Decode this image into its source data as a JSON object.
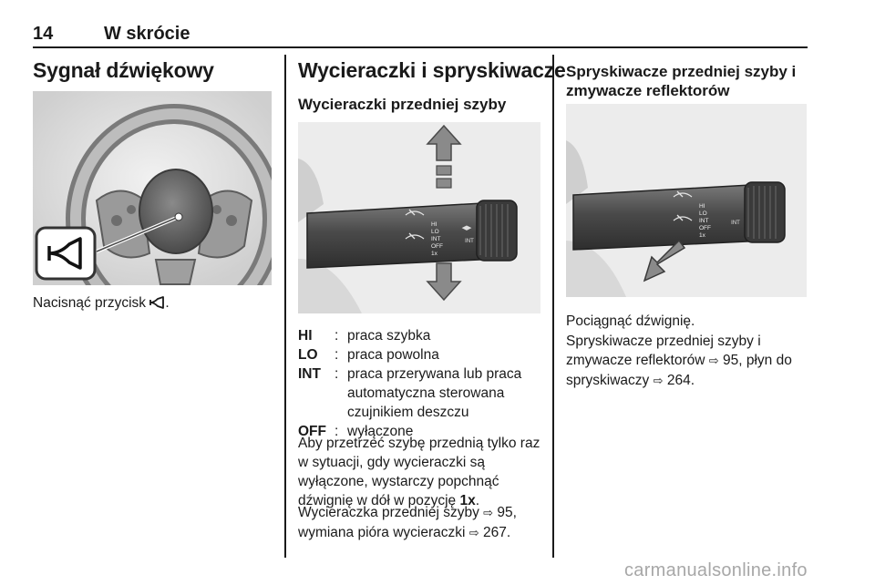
{
  "header": {
    "page_number": "14",
    "section": "W skrócie"
  },
  "col1": {
    "title": "Sygnał dźwiękowy",
    "text_before_icon": "Nacisnąć przycisk ",
    "icon": "horn-icon",
    "text_after_icon": "."
  },
  "col2": {
    "title": "Wycieraczki i spryskiwacze",
    "subtitle": "Wycieraczki przedniej szyby",
    "lever_labels": [
      "HI",
      "LO",
      "INT",
      "OFF",
      "1x"
    ],
    "definitions": [
      {
        "term": "HI",
        "colon": ":",
        "desc": "praca szybka"
      },
      {
        "term": "LO",
        "colon": ":",
        "desc": "praca powolna"
      },
      {
        "term": "INT",
        "colon": ":",
        "desc": "praca przerywana lub praca automatyczna sterowana czujnikiem deszczu"
      },
      {
        "term": "OFF",
        "colon": ":",
        "desc": "wyłączone"
      }
    ],
    "para1_text": "Aby przetrzeć szybę przednią tylko raz w sytuacji, gdy wycieraczki są wyłączone, wystarczy popchnąć dźwignię w dół w pozycję ",
    "para1_bold": "1x",
    "para1_end": ".",
    "para2_a": "Wycieraczka przedniej szyby ",
    "para2_ref1": "95,",
    "para2_b": "wymiana pióra wycieraczki ",
    "para2_ref2": "267."
  },
  "col3": {
    "subtitle": "Spryskiwacze przedniej szyby i zmywacze reflektorów",
    "lever_labels": [
      "HI",
      "LO",
      "INT",
      "OFF",
      "1x"
    ],
    "para1": "Pociągnąć dźwignię.",
    "para2_a": "Spryskiwacze przedniej szyby i zmywacze reflektorów ",
    "para2_ref1": "95, płyn do spryskiwaczy ",
    "para2_ref2": "264."
  },
  "ref_symbol": "⇨",
  "watermark": "carmanualsonline.info"
}
